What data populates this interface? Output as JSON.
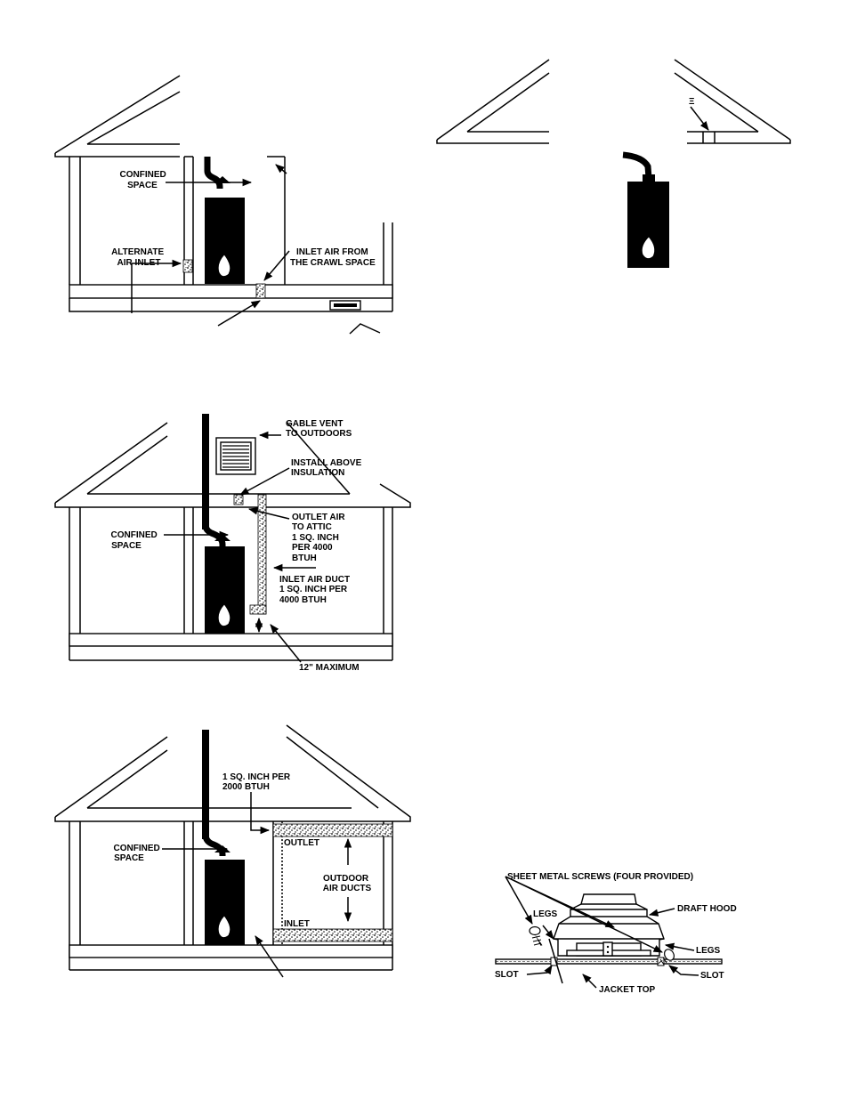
{
  "colors": {
    "ink": "#000000",
    "paper": "#ffffff",
    "fill_speckle": "#bdbdbd"
  },
  "fig1": {
    "confined_space": [
      "CONFINED",
      "SPACE"
    ],
    "alternate_inlet": [
      "ALTERNATE",
      "AIR INLET"
    ],
    "crawl_inlet": [
      "INLET AIR FROM",
      "THE CRAWL SPACE"
    ]
  },
  "fig2": {
    "small_mark": "Ξ"
  },
  "fig3": {
    "gable_vent": [
      "GABLE VENT",
      "TO OUTDOORS"
    ],
    "install_above": [
      "INSTALL ABOVE",
      "INSULATION"
    ],
    "outlet_air": [
      "OUTLET AIR",
      "TO ATTIC",
      "1 SQ. INCH",
      "PER 4000",
      "BTUH"
    ],
    "confined_space": [
      "CONFINED",
      "SPACE"
    ],
    "inlet_duct": [
      "INLET AIR DUCT",
      "1 SQ. INCH PER",
      "4000 BTUH"
    ],
    "maximum": "12\" MAXIMUM"
  },
  "fig4": {
    "per_2000": [
      "1 SQ. INCH PER",
      "2000 BTUH"
    ],
    "confined_space": [
      "CONFINED",
      "SPACE"
    ],
    "outlet": "OUTLET",
    "outdoor_ducts": [
      "OUTDOOR",
      "AIR DUCTS"
    ],
    "inlet": "INLET"
  },
  "fig5": {
    "screws": "SHEET METAL SCREWS (FOUR PROVIDED)",
    "draft_hood": "DRAFT HOOD",
    "legs": "LEGS",
    "slot": "SLOT",
    "jacket_top": "JACKET TOP"
  }
}
